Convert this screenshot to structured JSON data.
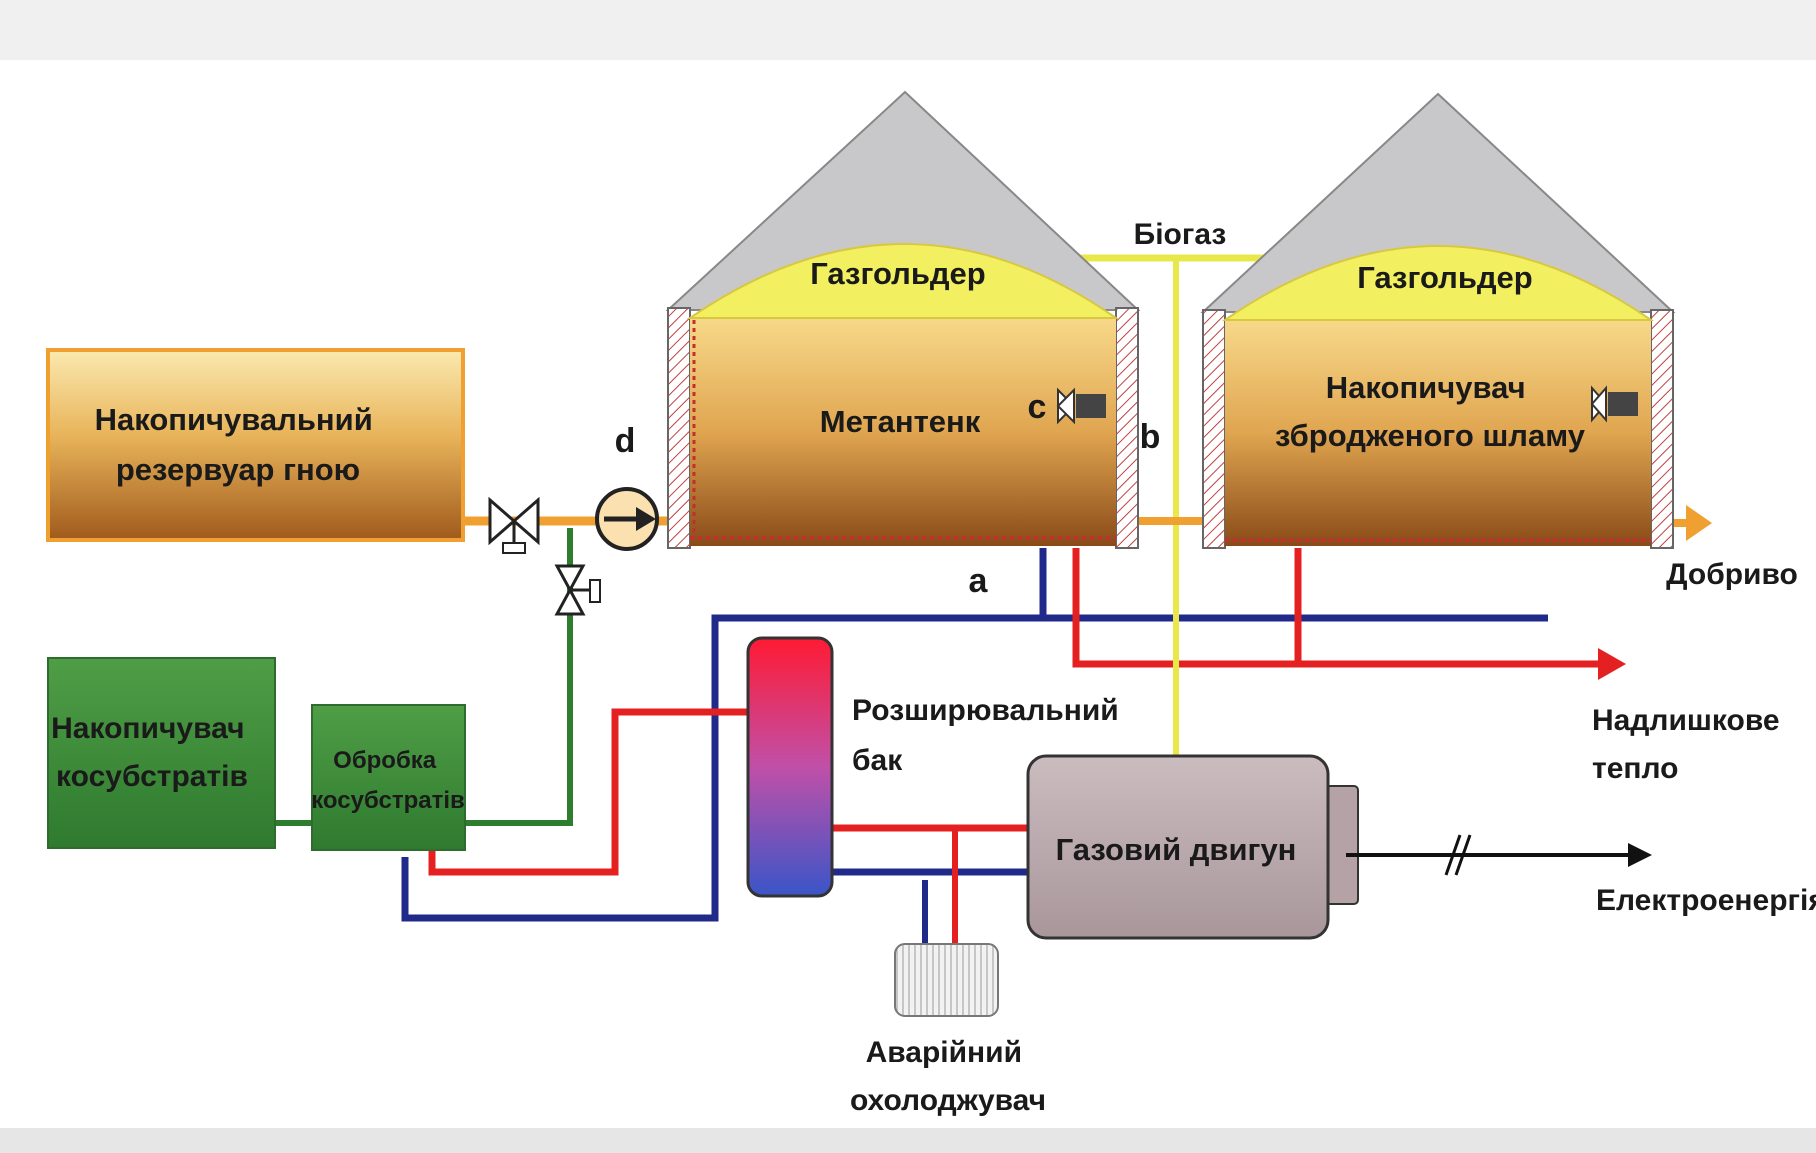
{
  "labels": {
    "manure_tank": [
      "Накопичувальний",
      "резервуар гною"
    ],
    "cosubstrate_storage": [
      "Накопичувач",
      "косубстратів"
    ],
    "cosubstrate_processing": [
      "Обробка",
      "косубстратів"
    ],
    "gasholder_1": "Газгольдер",
    "gasholder_2": "Газгольдер",
    "digester": "Метантенк",
    "digestate_storage": [
      "Накопичувач",
      "збродженого шламу"
    ],
    "biogas": "Біогаз",
    "expansion_tank": [
      "Розширювальний",
      "бак"
    ],
    "gas_engine": "Газовий двигун",
    "emergency_cooler": [
      "Аварійний",
      "охолоджувач"
    ],
    "fertilizer": "Добриво",
    "surplus_heat": [
      "Надлишкове",
      "тепло"
    ],
    "electricity": "Електроенергія",
    "marker_a": "a",
    "marker_b": "b",
    "marker_c": "c",
    "marker_d": "d"
  },
  "colors": {
    "manure_pipe": "#f0a030",
    "hot_water": "#e52020",
    "cold_water": "#1f2a8a",
    "biogas_pipe": "#e8e84a",
    "cosubstrate_pipe": "#2e7d2e",
    "cosubstrate_box": "#3f8f3a",
    "gasholder": "#f2f060",
    "roof": "#c8c8ca",
    "engine": "#b9a8ac",
    "power_line": "#111111"
  }
}
